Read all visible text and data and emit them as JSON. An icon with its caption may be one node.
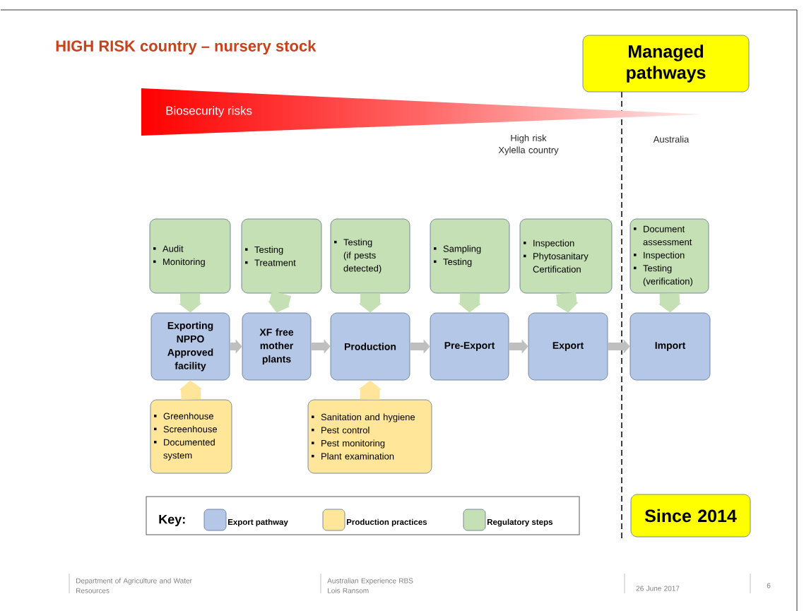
{
  "diagram": {
    "title": "HIGH RISK country – nursery stock",
    "nodes": [
      {
        "text": [
          "Managed pathways"
        ]
      },
      {
        "text": [
          "Biosecurity risks"
        ]
      },
      {
        "text": [
          "Audit",
          "Monitoring"
        ]
      },
      {
        "text": [
          "Testing",
          "Treatment"
        ]
      },
      {
        "text": [
          "Testing (if pests detected)"
        ]
      },
      {
        "text": [
          "Sampling",
          "Testing"
        ]
      },
      {
        "text": [
          "Inspection",
          "Phytosanitary Certification"
        ]
      },
      {
        "text": [
          "Document assessment",
          "Inspection",
          "Testing (verification)"
        ]
      },
      {
        "text": [
          "Exporting NPPO Approved facility"
        ]
      },
      {
        "text": [
          "XF free mother plants"
        ]
      },
      {
        "text": [
          "Production"
        ]
      },
      {
        "text": [
          "Pre-Export"
        ]
      },
      {
        "text": [
          "Export"
        ]
      },
      {
        "text": [
          "Import"
        ]
      },
      {
        "text": [
          "Greenhouse",
          "Screenhouse",
          "Documented system"
        ]
      },
      {
        "text": [
          "Sanitation and hygiene",
          "Pest control",
          "Pest monitoring",
          "Plant examination"
        ]
      },
      {
        "text": [
          "Since 2014"
        ]
      }
    ],
    "edges": [
      {
        "from": 2,
        "to": 8,
        "arrow": "to"
      },
      {
        "from": 3,
        "to": 9,
        "arrow": "to"
      },
      {
        "from": 4,
        "to": 10,
        "arrow": "to"
      },
      {
        "from": 5,
        "to": 11,
        "arrow": "to"
      },
      {
        "from": 6,
        "to": 12,
        "arrow": "to"
      },
      {
        "from": 7,
        "to": 13,
        "arrow": "to"
      },
      {
        "from": 8,
        "to": 9,
        "arrow": "to",
        "color": "#bfbfbf"
      },
      {
        "from": 9,
        "to": 10,
        "arrow": "to",
        "color": "#bfbfbf"
      },
      {
        "from": 10,
        "to": 11,
        "arrow": "to",
        "color": "#bfbfbf"
      },
      {
        "from": 11,
        "to": 12,
        "arrow": "to",
        "color": "#bfbfbf"
      },
      {
        "from": 12,
        "to": 13,
        "arrow": "to",
        "color": "#bfbfbf"
      },
      {
        "from": 14,
        "to": 8,
        "arrow": "to",
        "color": "#ffe599"
      },
      {
        "from": 15,
        "to": 10,
        "arrow": "to",
        "color": "#ffe599"
      }
    ],
    "labels": [
      "High risk Xylella country",
      "Australia",
      "Key:",
      "Department of Agriculture and Water Resources",
      "Australian Experience RBS Lois Ransom",
      "26 June 2017",
      "6"
    ],
    "legend": [
      {
        "text": "Export pathway",
        "color": "#b4c7e7"
      },
      {
        "text": "Production practices",
        "color": "#ffe699"
      },
      {
        "text": "Regulatory steps",
        "color": "#c5e0b4"
      }
    ]
  }
}
